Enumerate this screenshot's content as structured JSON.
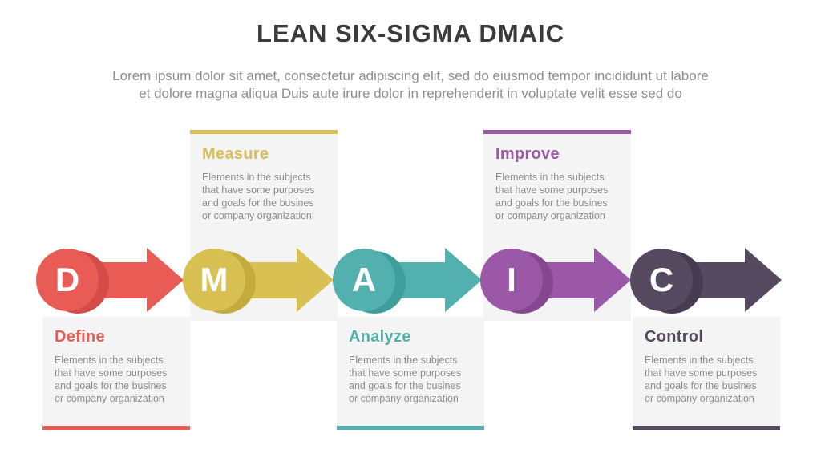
{
  "header": {
    "title": "LEAN SIX-SIGMA DMAIC",
    "subtitle_line1": "Lorem ipsum dolor sit amet, consectetur adipiscing elit, sed do eiusmod tempor incididunt ut labore",
    "subtitle_line2": "et dolore magna aliqua Duis aute irure dolor in reprehenderit in voluptate velit esse sed do"
  },
  "stages": [
    {
      "letter": "D",
      "name": "Define",
      "card_position": "bottom",
      "color": "#e95c55",
      "shadow_color": "#d44c49",
      "description": "Elements in the subjects that have some purposes and goals for the  busines or company organization"
    },
    {
      "letter": "M",
      "name": "Measure",
      "card_position": "top",
      "color": "#d8c052",
      "shadow_color": "#c3ab3c",
      "description": "Elements in the subjects that have some purposes and goals for the  busines or company organization"
    },
    {
      "letter": "A",
      "name": "Analyze",
      "card_position": "bottom",
      "color": "#52b1ae",
      "shadow_color": "#3e9e9b",
      "description": "Elements in the subjects that have some purposes and goals for the  busines or company organization"
    },
    {
      "letter": "I",
      "name": "Improve",
      "card_position": "top",
      "color": "#9a58a6",
      "shadow_color": "#864790",
      "description": "Elements in the subjects that have some purposes and goals for the  busines or company organization"
    },
    {
      "letter": "C",
      "name": "Control",
      "card_position": "bottom",
      "color": "#564a60",
      "shadow_color": "#463b50",
      "description": "Elements in the subjects that have some purposes and goals for the  busines or company organization"
    }
  ]
}
